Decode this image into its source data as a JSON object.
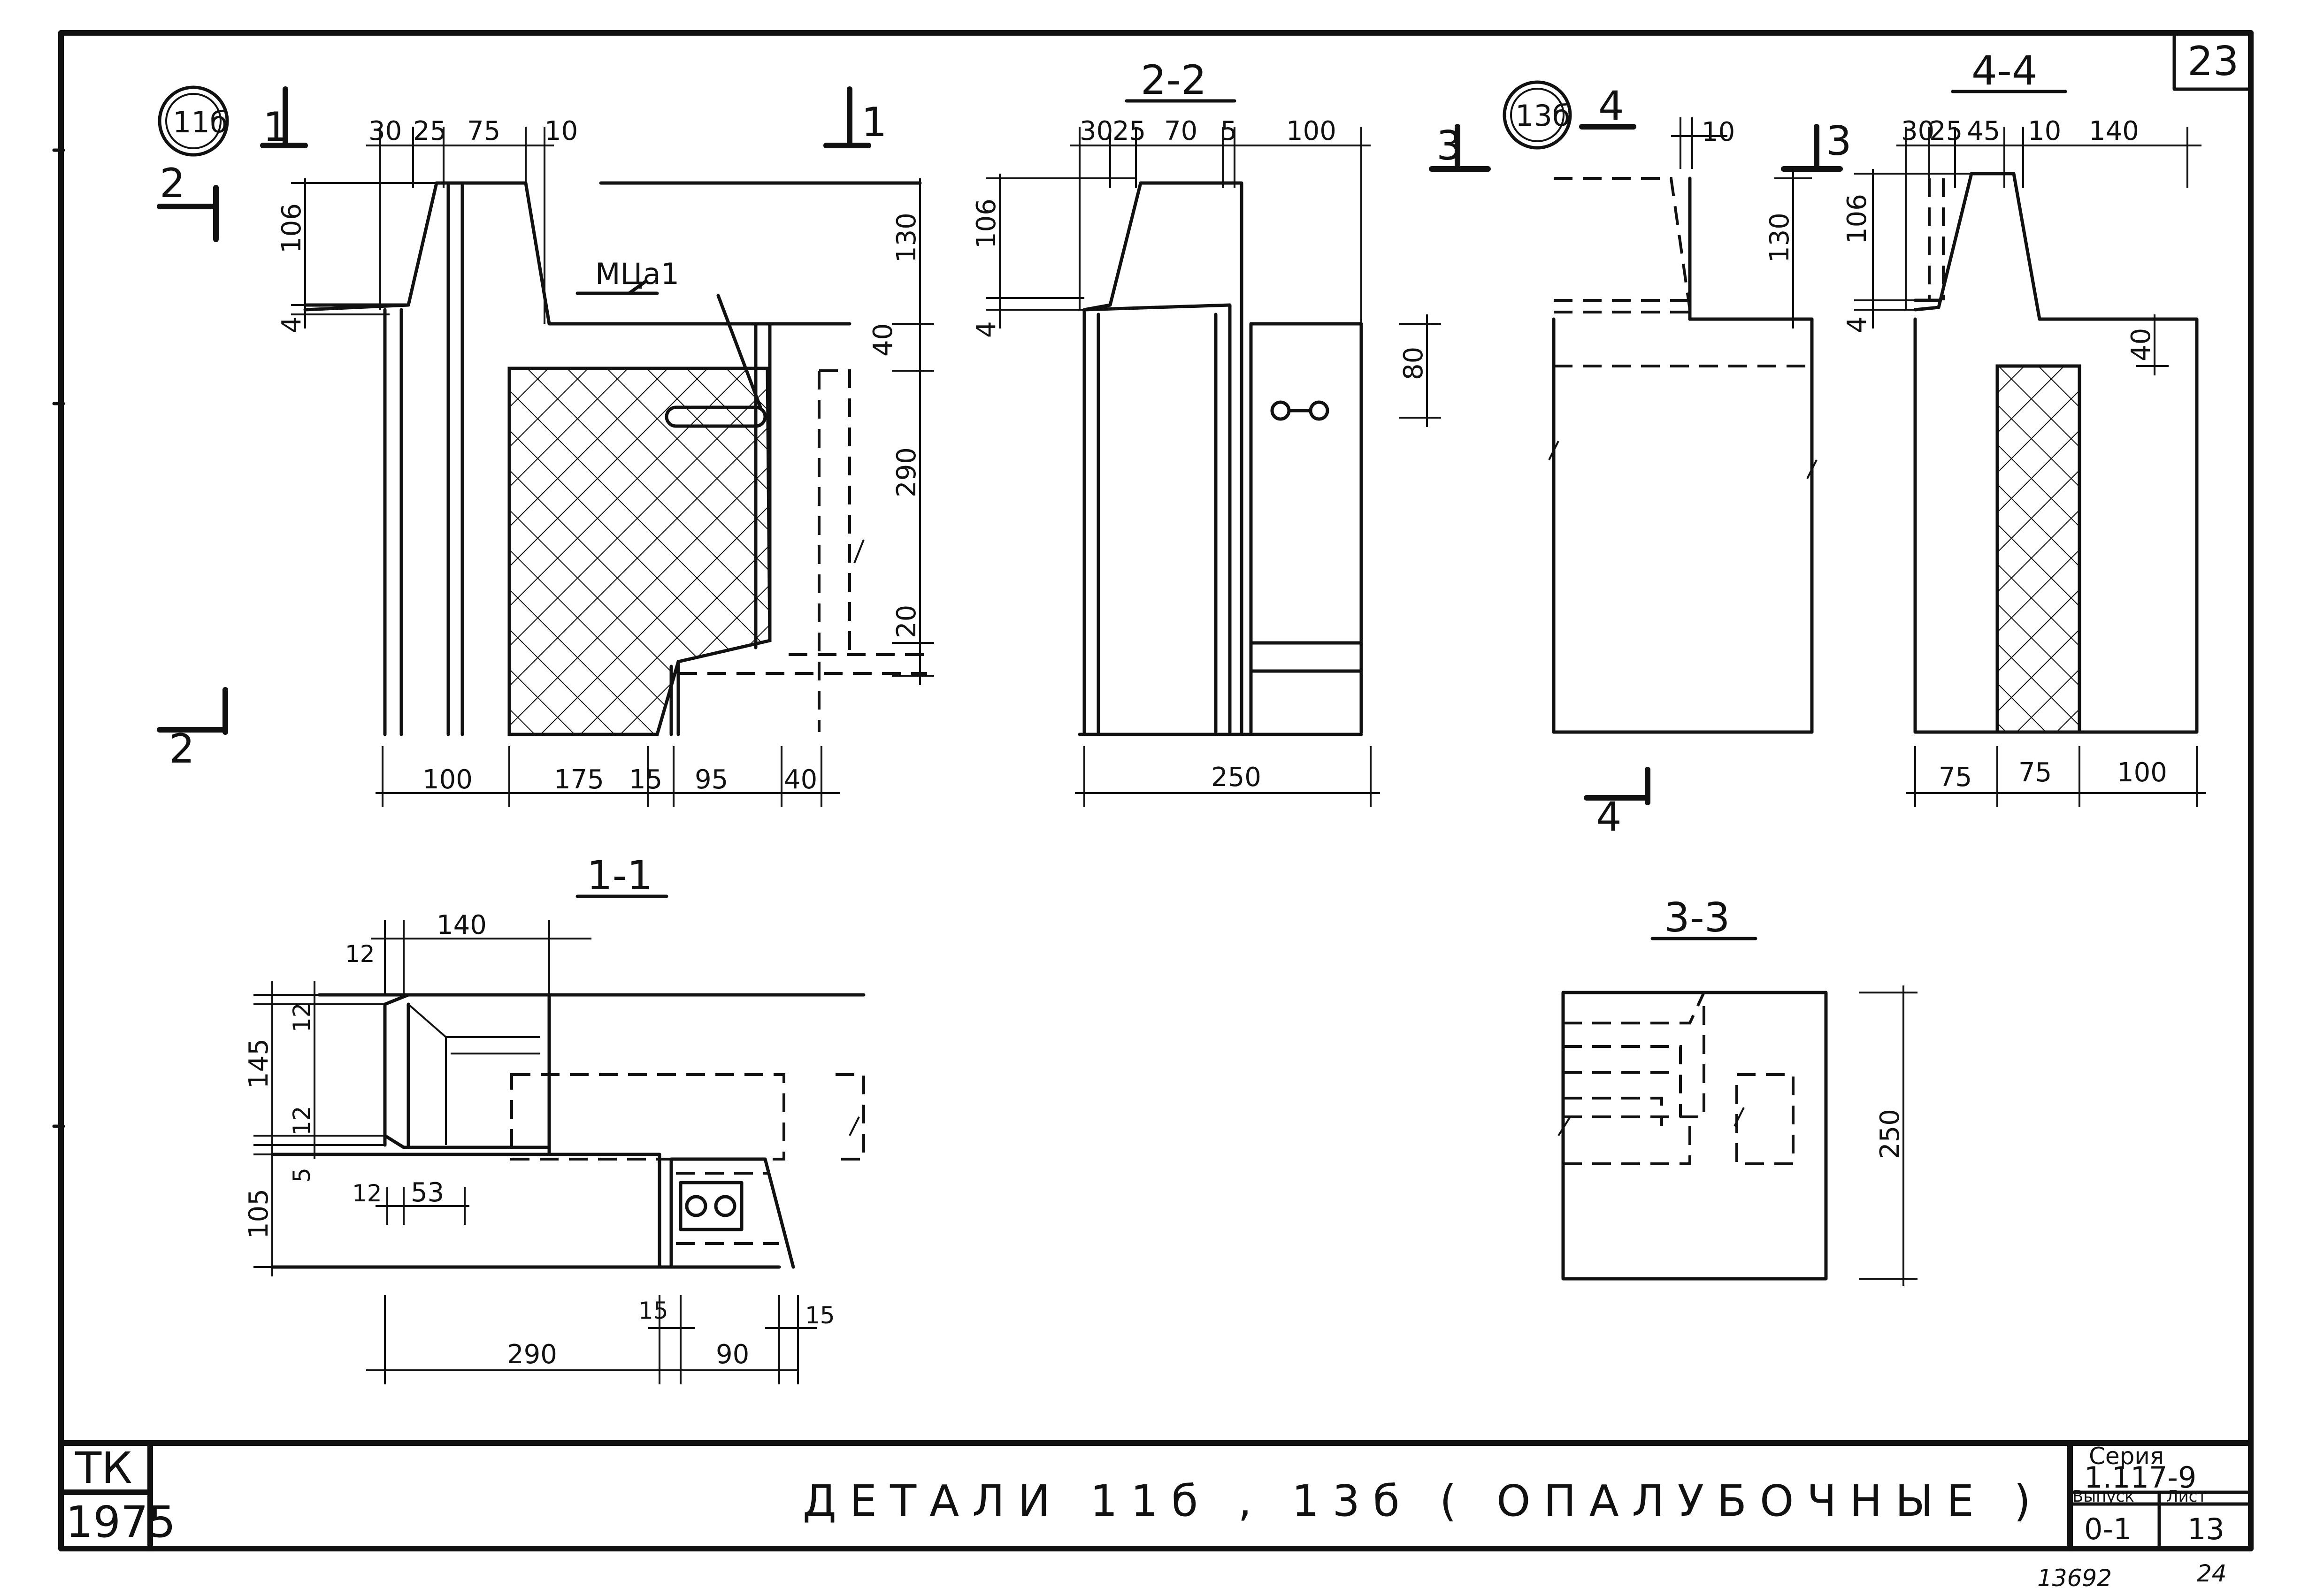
{
  "sheet_number": "23",
  "sections": {
    "s22": "2-2",
    "s44": "4-4",
    "s11": "1-1",
    "s33": "3-3"
  },
  "markers": {
    "detail_11": "11б",
    "detail_13": "13б",
    "cut_1a": "1",
    "cut_1b": "1",
    "cut_2a": "2",
    "cut_2b": "2",
    "cut_3a": "3",
    "cut_3b": "3",
    "cut_4a": "4",
    "cut_4b": "4"
  },
  "labels": {
    "mts": "МЦа1"
  },
  "dims": {
    "d11_top": [
      "30",
      "25",
      "75",
      "10"
    ],
    "d11_left": [
      "106",
      "4"
    ],
    "d11_right": [
      "130",
      "40",
      "290",
      "20"
    ],
    "d11_bottom": [
      "100",
      "175",
      "15",
      "95",
      "40"
    ],
    "d22_top": [
      "30",
      "25",
      "70",
      "5",
      "100"
    ],
    "d22_left": [
      "106",
      "4"
    ],
    "d22_right": "80",
    "d22_bottom": "250",
    "d13_top": "10",
    "d13_right": "130",
    "d44_top": [
      "30",
      "25",
      "45",
      "10",
      "140"
    ],
    "d44_left": [
      "106",
      "4"
    ],
    "d44_right": "40",
    "d44_bottom": [
      "75",
      "75",
      "100"
    ],
    "d11s_top": [
      "12",
      "140"
    ],
    "d11s_left": [
      "12",
      "145",
      "12",
      "5",
      "105"
    ],
    "d11s_inner": [
      "12",
      "53"
    ],
    "d11s_bottom": [
      "15",
      "15",
      "290",
      "90"
    ],
    "d33_right": "250"
  },
  "title_block": {
    "tk": "ТК",
    "year": "1975",
    "title": "ДЕТАЛИ  11б , 13б ( ОПАЛУБОЧНЫЕ )",
    "series_label": "Серия",
    "series_value": "1.117-9",
    "issue_label": "Выпуск",
    "issue_value": "0-1",
    "sheet_label": "Лист",
    "sheet_value": "13"
  },
  "footer": {
    "code": "13692",
    "num": "24"
  }
}
